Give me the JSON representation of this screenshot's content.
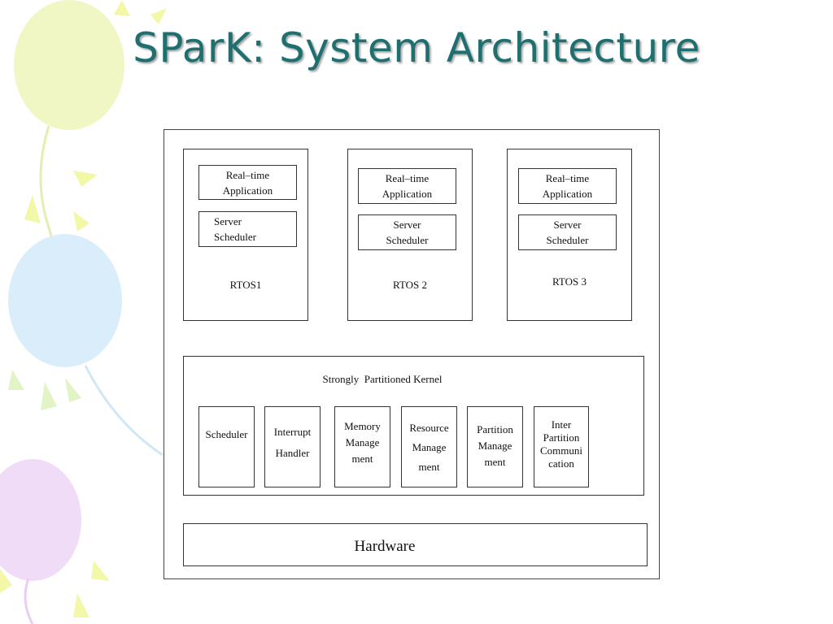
{
  "title": "SParK: System Architecture",
  "colors": {
    "title": "#1e6f6f",
    "balloon_yellow": "#f1f7c4",
    "balloon_blue": "#d9eefa",
    "balloon_purple": "#f0dcf7"
  },
  "rtos_partitions": [
    {
      "app": "Real–time\nApplication",
      "scheduler": "Server\nScheduler",
      "name": "RTOS1"
    },
    {
      "app": "Real–time\nApplication",
      "scheduler": "Server\nScheduler",
      "name": "RTOS 2"
    },
    {
      "app": "Real–time\nApplication",
      "scheduler": "Server\nScheduler",
      "name": "RTOS 3"
    }
  ],
  "kernel": {
    "title": "Strongly  Partitioned Kernel",
    "components": [
      "Scheduler",
      "Interrupt\nHandler",
      "Memory\nManage\nment",
      "Resource\nManage\nment",
      "Partition\nManage\nment",
      "Inter\nPartition\nCommuni\ncation"
    ]
  },
  "hardware": "Hardware"
}
